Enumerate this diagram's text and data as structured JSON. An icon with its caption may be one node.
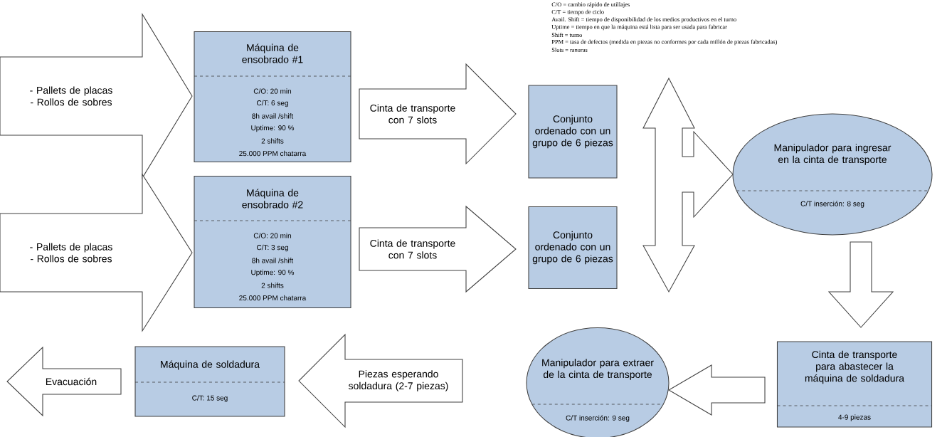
{
  "diagram": {
    "nodes": [
      {
        "text": [
          "Máquina de ensobrado #1",
          "C/O: 20 min",
          "C/T: 6 seg",
          "8h avail /shift",
          "Uptime: 90 %",
          "2 shifts",
          "25.000 PPM chatarra"
        ]
      },
      {
        "text": [
          "Máquina de ensobrado #2",
          "C/O: 20 min",
          "C/T: 3 seg",
          "8h avail /shift",
          "Uptime: 90 %",
          "2 shifts",
          "25.000 PPM chatarra"
        ]
      },
      {
        "text": [
          "Conjunto ordenado con un grupo de 6 piezas"
        ]
      },
      {
        "text": [
          "Conjunto ordenado con un grupo de 6 piezas"
        ]
      },
      {
        "text": [
          "Manipulador para ingresar en la cinta de transporte",
          "C/T inserción: 8 seg"
        ]
      },
      {
        "text": [
          "Cinta de transporte para abastecer la máquina de soldadura",
          "4-9 piezas"
        ]
      },
      {
        "text": [
          "Manipulador para extraer de la cinta de transporte",
          "C/T inserción: 9 seg"
        ]
      },
      {
        "text": [
          "Máquina de soldadura",
          "C/T: 15 seg"
        ]
      }
    ],
    "edges": [
      {
        "from": null,
        "to": 0,
        "arrow": "to",
        "label": "- Pallets de placas - Rollos de sobres"
      },
      {
        "from": null,
        "to": 1,
        "arrow": "to",
        "label": "- Pallets de placas - Rollos de sobres"
      },
      {
        "from": 0,
        "to": 2,
        "arrow": "to",
        "label": "Cinta de transporte con 7 slots"
      },
      {
        "from": 1,
        "to": 3,
        "arrow": "to",
        "label": "Cinta de transporte con 7 slots"
      },
      {
        "from": 2,
        "to": 4,
        "arrow": "to"
      },
      {
        "from": 3,
        "to": 4,
        "arrow": "to"
      },
      {
        "from": 4,
        "to": 5,
        "arrow": "to"
      },
      {
        "from": 5,
        "to": 6,
        "arrow": "to"
      },
      {
        "from": 6,
        "to": 7,
        "arrow": "to",
        "label": "Piezas esperando soldadura (2-7 piezas)"
      },
      {
        "from": 7,
        "to": null,
        "arrow": "to",
        "label": "Evacuación"
      }
    ],
    "labels": [
      "C/O = cambio rápido de utillajes",
      "C/T = tiempo de ciclo",
      "Avail. Shift = tiempo de disponibilidad de los medios productivos en el turno",
      "Uptime = tiempo en que la máquina está lista para ser usada para fabricar",
      "Shift = turno",
      "PPM = tasa de defectos (medida en piezas no conformes por cada millón de piezas fabricadas)",
      "Slots = ranuras"
    ]
  }
}
